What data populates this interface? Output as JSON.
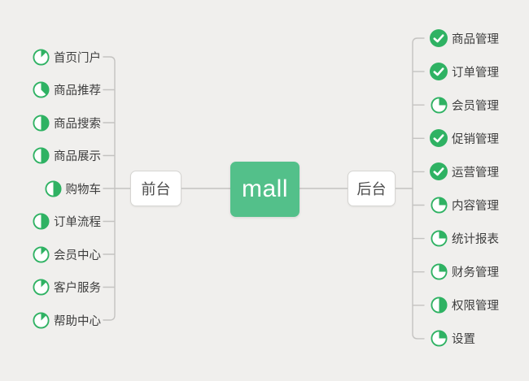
{
  "root": {
    "label": "mall"
  },
  "branches": [
    {
      "side": "left",
      "label": "前台",
      "items": [
        {
          "label": "首页门户",
          "icon": "task-progress-pie-icon",
          "progress": 0.125
        },
        {
          "label": "商品推荐",
          "icon": "task-progress-pie-icon",
          "progress": 0.375
        },
        {
          "label": "商品搜索",
          "icon": "task-progress-pie-icon",
          "progress": 0.5
        },
        {
          "label": "商品展示",
          "icon": "task-progress-pie-icon",
          "progress": 0.5
        },
        {
          "label": "购物车",
          "icon": "task-progress-pie-icon",
          "progress": 0.5
        },
        {
          "label": "订单流程",
          "icon": "task-progress-pie-icon",
          "progress": 0.5
        },
        {
          "label": "会员中心",
          "icon": "task-progress-pie-icon",
          "progress": 0.125
        },
        {
          "label": "客户服务",
          "icon": "task-progress-pie-icon",
          "progress": 0.125
        },
        {
          "label": "帮助中心",
          "icon": "task-progress-pie-icon",
          "progress": 0.125
        }
      ]
    },
    {
      "side": "right",
      "label": "后台",
      "items": [
        {
          "label": "商品管理",
          "icon": "task-done-check-icon",
          "progress": 1
        },
        {
          "label": "订单管理",
          "icon": "task-done-check-icon",
          "progress": 1
        },
        {
          "label": "会员管理",
          "icon": "task-progress-pie-icon",
          "progress": 0.25
        },
        {
          "label": "促销管理",
          "icon": "task-done-check-icon",
          "progress": 1
        },
        {
          "label": "运营管理",
          "icon": "task-done-check-icon",
          "progress": 1
        },
        {
          "label": "内容管理",
          "icon": "task-progress-pie-icon",
          "progress": 0.25
        },
        {
          "label": "统计报表",
          "icon": "task-progress-pie-icon",
          "progress": 0.25
        },
        {
          "label": "财务管理",
          "icon": "task-progress-pie-icon",
          "progress": 0.25
        },
        {
          "label": "权限管理",
          "icon": "task-progress-pie-icon",
          "progress": 0.5
        },
        {
          "label": "设置",
          "icon": "task-progress-pie-icon",
          "progress": 0.25
        }
      ]
    }
  ],
  "colors": {
    "background": "#f0efed",
    "connector": "#c4c3c1",
    "icon_green": "#2fb263",
    "root_green": "#53c08a",
    "topic_text": "#3d3d3d",
    "branch_text": "#4a4a4a"
  }
}
